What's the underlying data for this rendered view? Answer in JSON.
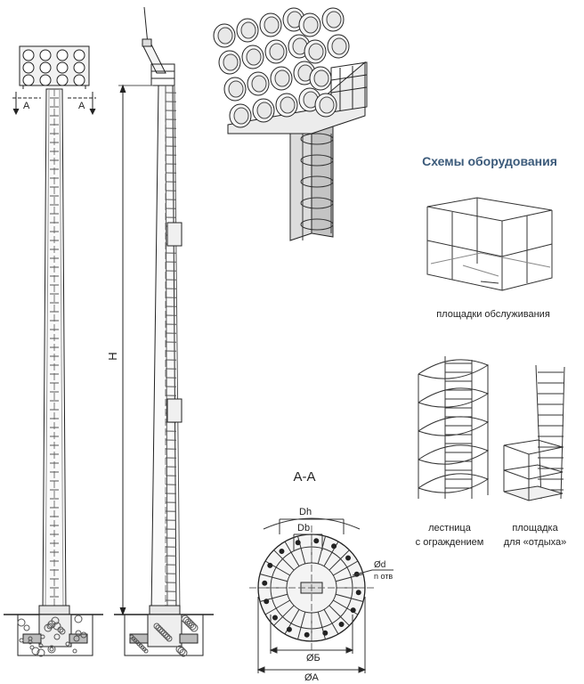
{
  "title": "Схемы оборудования",
  "section_label": "А-А",
  "section_mark_left": "А",
  "section_mark_right": "А",
  "height_label": "H",
  "captions": {
    "platforms": "площадки обслуживания",
    "ladder_line1": "лестница",
    "ladder_line2": "с ограждением",
    "rest_line1": "площадка",
    "rest_line2": "для «отдыха»"
  },
  "dims": {
    "dh": "Dh",
    "db": "Db",
    "d_hole": "Ød",
    "n_holes": "n отв",
    "d_b": "ØБ",
    "d_a": "ØА"
  }
}
